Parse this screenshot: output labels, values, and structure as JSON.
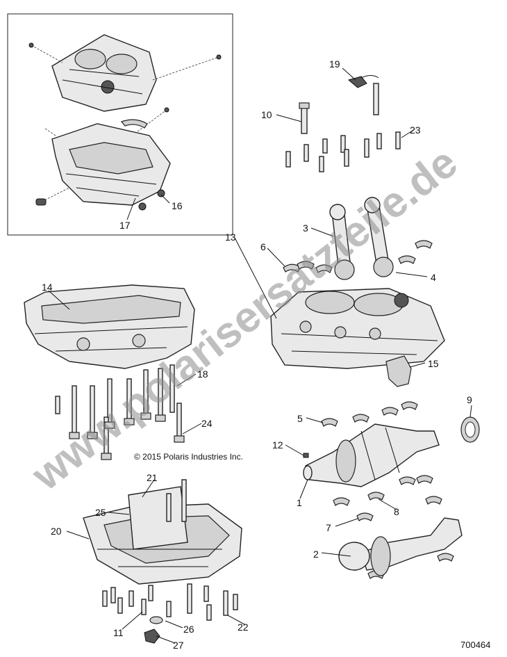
{
  "callouts": {
    "c1": "1",
    "c2": "2",
    "c3": "3",
    "c4": "4",
    "c5": "5",
    "c6": "6",
    "c7": "7",
    "c8": "8",
    "c9": "9",
    "c10": "10",
    "c11": "11",
    "c12": "12",
    "c13": "13",
    "c14": "14",
    "c15": "15",
    "c16": "16",
    "c17": "17",
    "c18": "18",
    "c19": "19",
    "c20": "20",
    "c21": "21",
    "c22": "22",
    "c23": "23",
    "c24": "24",
    "c25": "25",
    "c26": "26",
    "c27": "27"
  },
  "copyright": "© 2015 Polaris Industries Inc.",
  "part_number": "700464",
  "watermark": "www.polarisersatzteile.de"
}
